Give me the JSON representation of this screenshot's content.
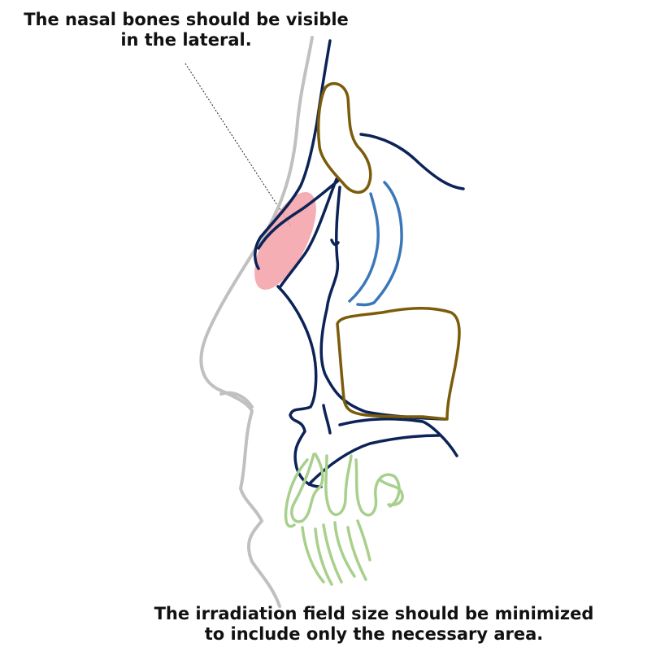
{
  "annotations": {
    "top_line1": "The nasal bones should be visible",
    "top_line2": "in the lateral.",
    "bottom_line1": "The irradiation field size should be minimized",
    "bottom_line2": "to include only the necessary area."
  },
  "colors": {
    "skin_outline": "#c0c0c0",
    "bone": "#0c2357",
    "sinus": "#7a5c0a",
    "turbinate": "#3b78b8",
    "teeth": "#a8d08d",
    "nasal_bone_highlight": "#f5a0a8",
    "pointer": "#222222"
  }
}
